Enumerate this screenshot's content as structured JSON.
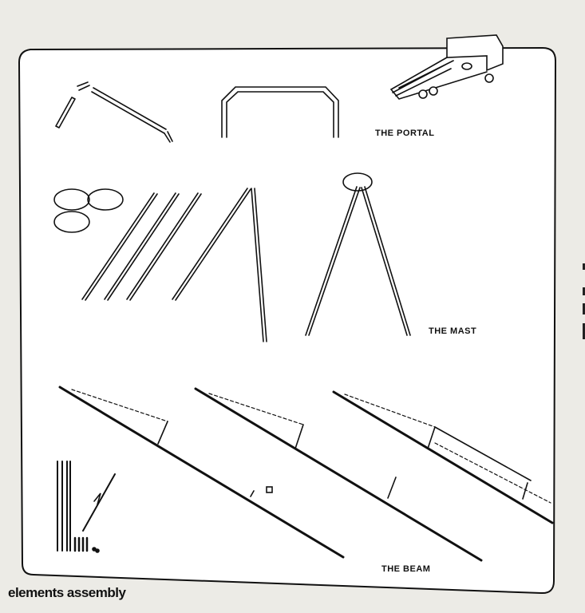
{
  "labels": {
    "portal": "THE PORTAL",
    "mast": "THE MAST",
    "beam": "THE BEAM"
  },
  "caption": "elements assembly",
  "colors": {
    "paper": "#ecebe6",
    "sheet": "#ffffff",
    "ink": "#111111"
  }
}
